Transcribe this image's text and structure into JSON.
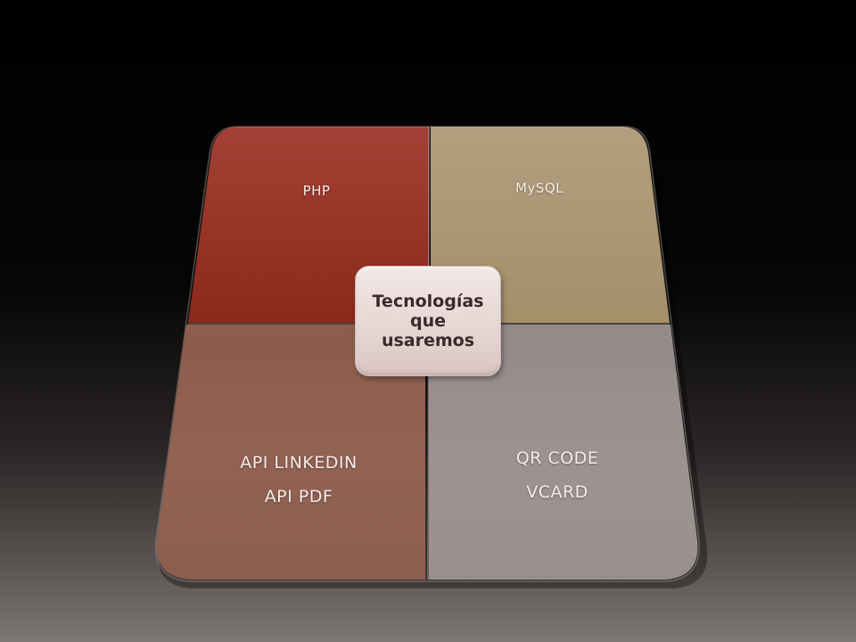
{
  "diagram": {
    "center": {
      "lines": [
        "Tecnologías",
        "que",
        "usaremos"
      ]
    },
    "quadrants": {
      "top_left": {
        "lines": [
          "PHP"
        ],
        "color": "#962b1f"
      },
      "top_right": {
        "lines": [
          "MySQL"
        ],
        "color": "#a89470"
      },
      "bottom_left": {
        "lines": [
          "API LINKEDIN",
          "API PDF"
        ],
        "color": "#8f5a4c"
      },
      "bottom_right": {
        "lines": [
          "QR CODE",
          "VCARD"
        ],
        "color": "#958a89"
      }
    }
  }
}
